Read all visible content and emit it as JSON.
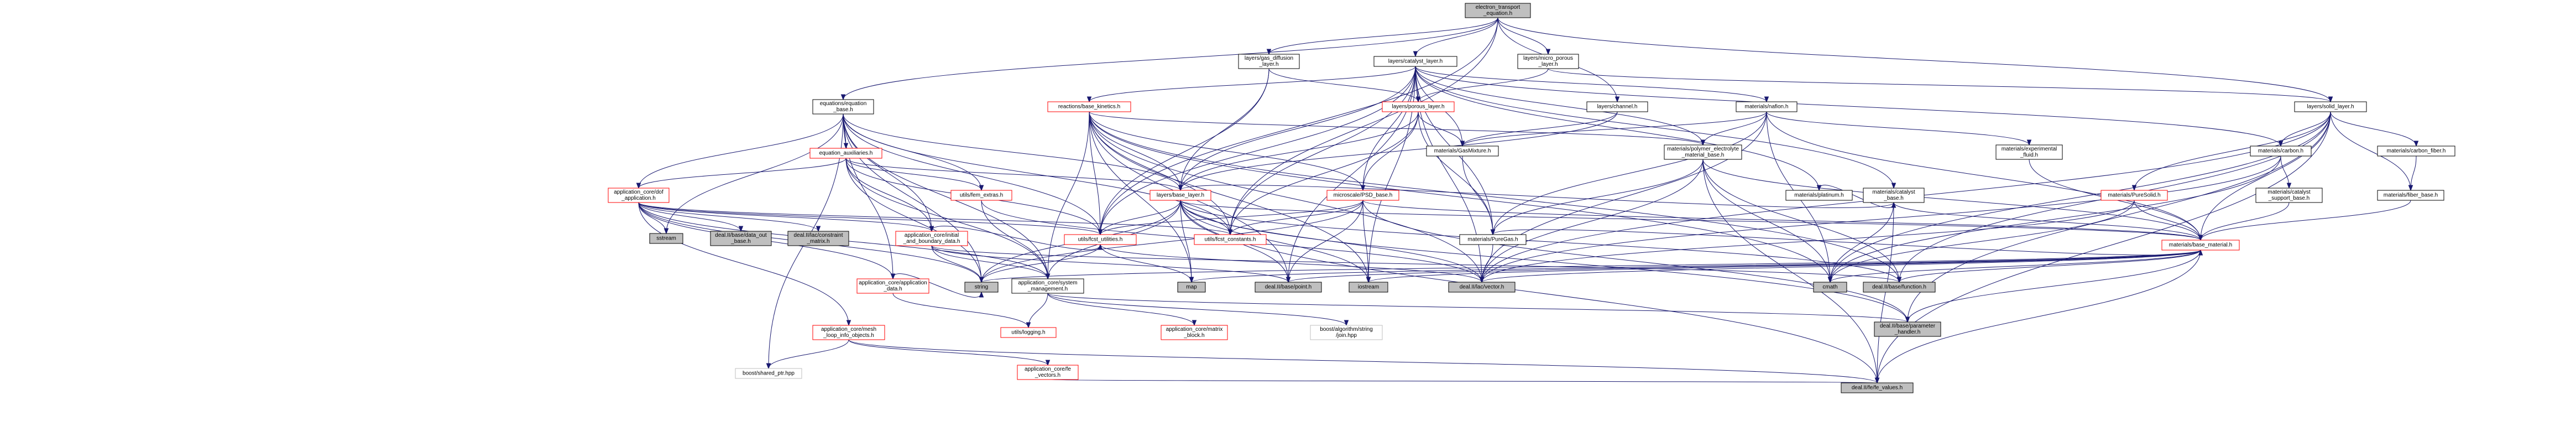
{
  "graph": {
    "root": "electron_transport_equation.h",
    "nodes": [
      {
        "id": "root",
        "lines": [
          "electron_transport",
          "_equation.h"
        ],
        "style": "gray"
      },
      {
        "id": "gdl",
        "lines": [
          "layers/gas_diffusion",
          "_layer.h"
        ],
        "style": "black"
      },
      {
        "id": "cl",
        "lines": [
          "layers/catalyst_layer.h"
        ],
        "style": "black"
      },
      {
        "id": "mpl",
        "lines": [
          "layers/micro_porous",
          "_layer.h"
        ],
        "style": "black"
      },
      {
        "id": "eqbase",
        "lines": [
          "equations/equation",
          "_base.h"
        ],
        "style": "black"
      },
      {
        "id": "rbk",
        "lines": [
          "reactions/base_kinetics.h"
        ],
        "style": "red"
      },
      {
        "id": "pl",
        "lines": [
          "layers/porous_layer.h"
        ],
        "style": "red"
      },
      {
        "id": "channel",
        "lines": [
          "layers/channel.h"
        ],
        "style": "black"
      },
      {
        "id": "nafion",
        "lines": [
          "materials/nafion.h"
        ],
        "style": "black"
      },
      {
        "id": "solid",
        "lines": [
          "layers/solid_layer.h"
        ],
        "style": "black"
      },
      {
        "id": "eqaux",
        "lines": [
          "equation_auxiliaries.h"
        ],
        "style": "red"
      },
      {
        "id": "pem",
        "lines": [
          "materials/polymer_electrolyte",
          "_material_base.h"
        ],
        "style": "black"
      },
      {
        "id": "gm",
        "lines": [
          "materials/GasMixture.h"
        ],
        "style": "black"
      },
      {
        "id": "expfluid",
        "lines": [
          "materials/experimental",
          "_fluid.h"
        ],
        "style": "black"
      },
      {
        "id": "carbon",
        "lines": [
          "materials/carbon.h"
        ],
        "style": "black"
      },
      {
        "id": "cfiber",
        "lines": [
          "materials/carbon_fiber.h"
        ],
        "style": "black"
      },
      {
        "id": "dof",
        "lines": [
          "application_core/dof",
          "_application.h"
        ],
        "style": "red"
      },
      {
        "id": "femx",
        "lines": [
          "utils/fem_extras.h"
        ],
        "style": "red"
      },
      {
        "id": "bl",
        "lines": [
          "layers/base_layer.h"
        ],
        "style": "red"
      },
      {
        "id": "psd",
        "lines": [
          "microscale/PSD_base.h"
        ],
        "style": "red"
      },
      {
        "id": "platinum",
        "lines": [
          "materials/platinum.h"
        ],
        "style": "black"
      },
      {
        "id": "catbase",
        "lines": [
          "materials/catalyst",
          "_base.h"
        ],
        "style": "black"
      },
      {
        "id": "puresolid",
        "lines": [
          "materials/PureSolid.h"
        ],
        "style": "red"
      },
      {
        "id": "catsup",
        "lines": [
          "materials/catalyst",
          "_support_base.h"
        ],
        "style": "black"
      },
      {
        "id": "fiberbase",
        "lines": [
          "materials/fiber_base.h"
        ],
        "style": "black"
      },
      {
        "id": "puregas",
        "lines": [
          "materials/PureGas.h"
        ],
        "style": "black"
      },
      {
        "id": "sstream",
        "lines": [
          "sstream"
        ],
        "style": "gray"
      },
      {
        "id": "dataout",
        "lines": [
          "deal.II/base/data_out",
          "_base.h"
        ],
        "style": "gray"
      },
      {
        "id": "constraint",
        "lines": [
          "deal.II/lac/constraint",
          "_matrix.h"
        ],
        "style": "gray"
      },
      {
        "id": "initial",
        "lines": [
          "application_core/initial",
          "_and_boundary_data.h"
        ],
        "style": "red"
      },
      {
        "id": "futil",
        "lines": [
          "utils/fcst_utilities.h"
        ],
        "style": "red"
      },
      {
        "id": "fconst",
        "lines": [
          "utils/fcst_constants.h"
        ],
        "style": "red"
      },
      {
        "id": "bmat",
        "lines": [
          "materials/base_material.h"
        ],
        "style": "red"
      },
      {
        "id": "appdata",
        "lines": [
          "application_core/application",
          "_data.h"
        ],
        "style": "red"
      },
      {
        "id": "string",
        "lines": [
          "string"
        ],
        "style": "gray"
      },
      {
        "id": "sysmgmt",
        "lines": [
          "application_core/system",
          "_management.h"
        ],
        "style": "black"
      },
      {
        "id": "map",
        "lines": [
          "map"
        ],
        "style": "gray"
      },
      {
        "id": "point",
        "lines": [
          "deal.II/base/point.h"
        ],
        "style": "gray"
      },
      {
        "id": "iostream",
        "lines": [
          "iostream"
        ],
        "style": "gray"
      },
      {
        "id": "vector",
        "lines": [
          "deal.II/lac/vector.h"
        ],
        "style": "gray"
      },
      {
        "id": "cmath",
        "lines": [
          "cmath"
        ],
        "style": "gray"
      },
      {
        "id": "function",
        "lines": [
          "deal.II/base/function.h"
        ],
        "style": "gray"
      },
      {
        "id": "logging",
        "lines": [
          "utils/logging.h"
        ],
        "style": "red"
      },
      {
        "id": "mesh",
        "lines": [
          "application_core/mesh",
          "_loop_info_objects.h"
        ],
        "style": "red"
      },
      {
        "id": "matblock",
        "lines": [
          "application_core/matrix",
          "_block.h"
        ],
        "style": "red"
      },
      {
        "id": "boostalg",
        "lines": [
          "boost/algorithm/string",
          "/join.hpp"
        ],
        "style": "grayline"
      },
      {
        "id": "paramh",
        "lines": [
          "deal.II/base/parameter",
          "_handler.h"
        ],
        "style": "gray"
      },
      {
        "id": "sharedptr",
        "lines": [
          "boost/shared_ptr.hpp"
        ],
        "style": "grayline"
      },
      {
        "id": "fevec",
        "lines": [
          "application_core/fe",
          "_vectors.h"
        ],
        "style": "red"
      },
      {
        "id": "fevalues",
        "lines": [
          "deal.II/fe/fe_values.h"
        ],
        "style": "gray"
      }
    ]
  }
}
